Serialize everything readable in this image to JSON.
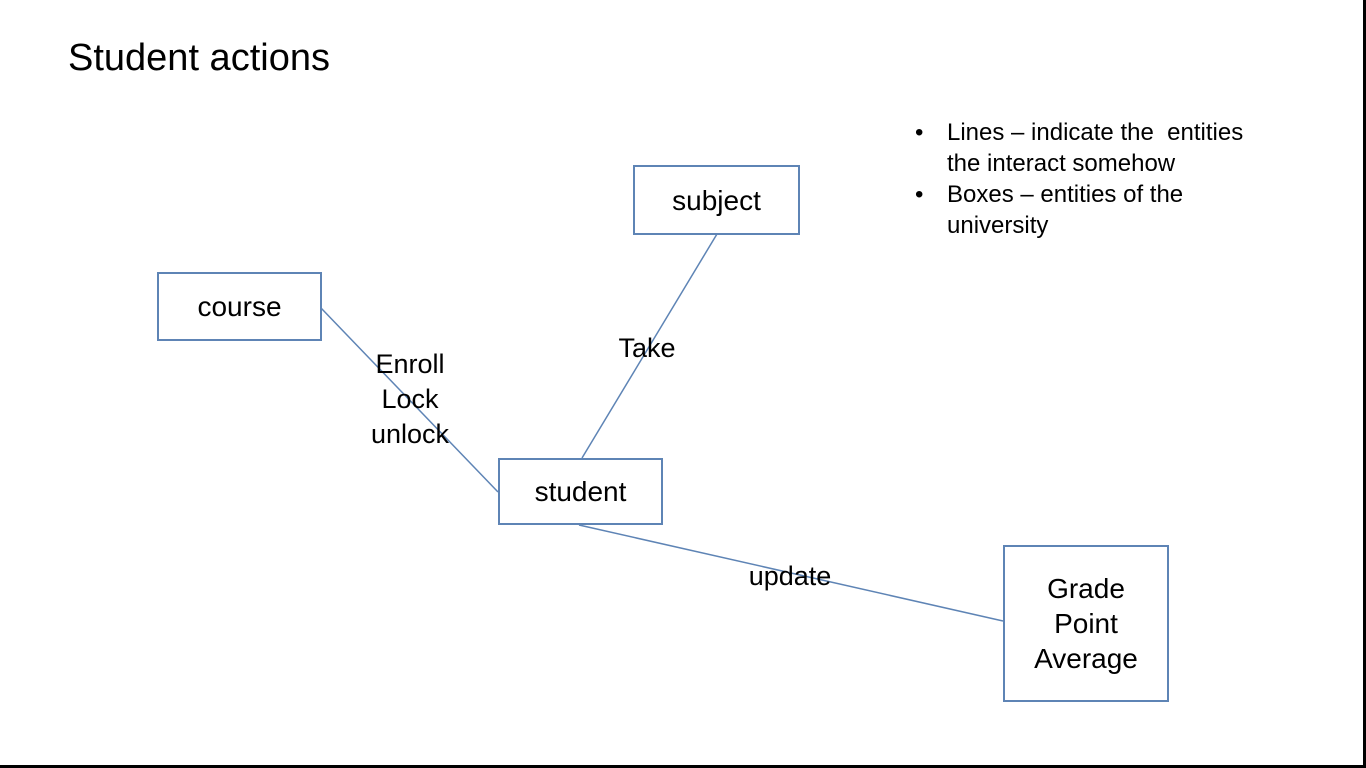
{
  "slide": {
    "title": "Student actions"
  },
  "diagram": {
    "accent_color": "#5e84b5",
    "nodes": [
      {
        "id": "subject",
        "label": "subject"
      },
      {
        "id": "course",
        "label": "course"
      },
      {
        "id": "student",
        "label": "student"
      },
      {
        "id": "gpa",
        "label": "Grade\nPoint\nAverage"
      }
    ],
    "connectors": [
      {
        "from": "course",
        "to": "student",
        "label": "Enroll\nLock\nunlock"
      },
      {
        "from": "subject",
        "to": "student",
        "label": "Take"
      },
      {
        "from": "student",
        "to": "gpa",
        "label": "update"
      }
    ]
  },
  "legend": {
    "bullet_glyph": "•",
    "items": [
      {
        "lines": [
          "Lines – indicate the  entities",
          "the interact somehow"
        ]
      },
      {
        "lines": [
          "Boxes – entities of the",
          "university"
        ]
      }
    ]
  }
}
